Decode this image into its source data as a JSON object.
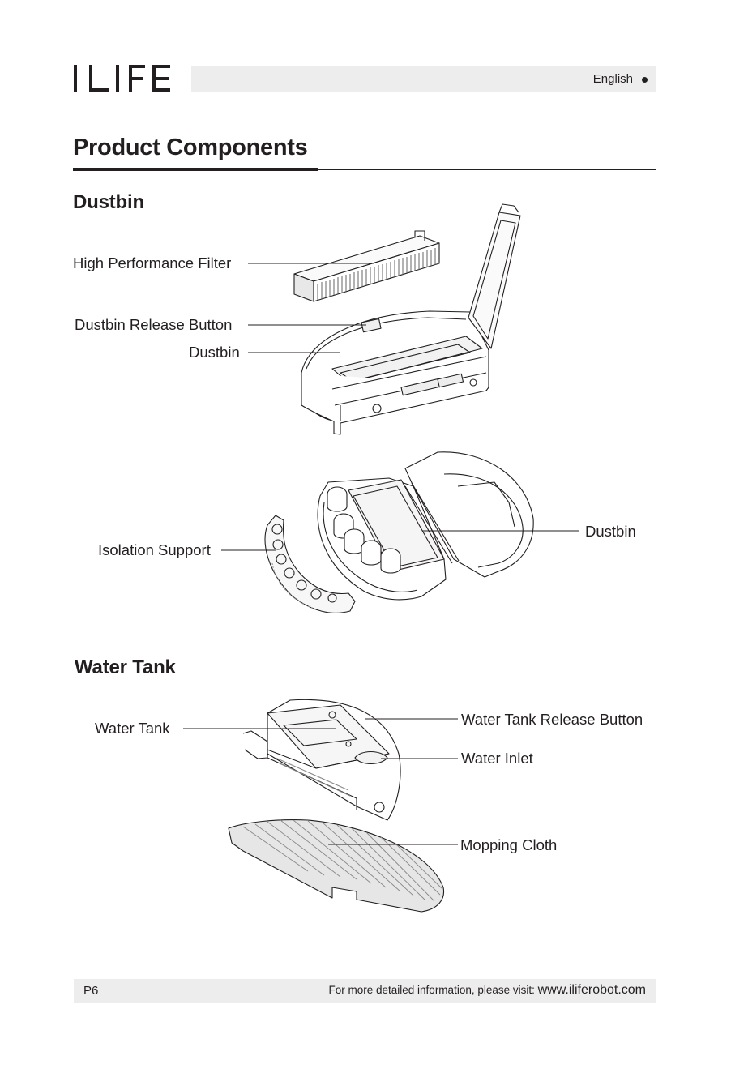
{
  "header": {
    "brand": "ILIFE",
    "language": "English"
  },
  "page_title": "Product Components",
  "sections": {
    "dustbin": {
      "title": "Dustbin",
      "labels": {
        "filter": "High Performance Filter",
        "release_button": "Dustbin Release Button",
        "dustbin_top": "Dustbin",
        "isolation_support": "Isolation Support",
        "dustbin_bottom": "Dustbin"
      }
    },
    "water_tank": {
      "title": "Water Tank",
      "labels": {
        "water_tank": "Water Tank",
        "release_button": "Water Tank Release Button",
        "water_inlet": "Water Inlet",
        "mopping_cloth": "Mopping Cloth"
      }
    }
  },
  "footer": {
    "page": "P6",
    "info": "For more detailed information, please visit: ",
    "url": "www.iliferobot.com"
  }
}
